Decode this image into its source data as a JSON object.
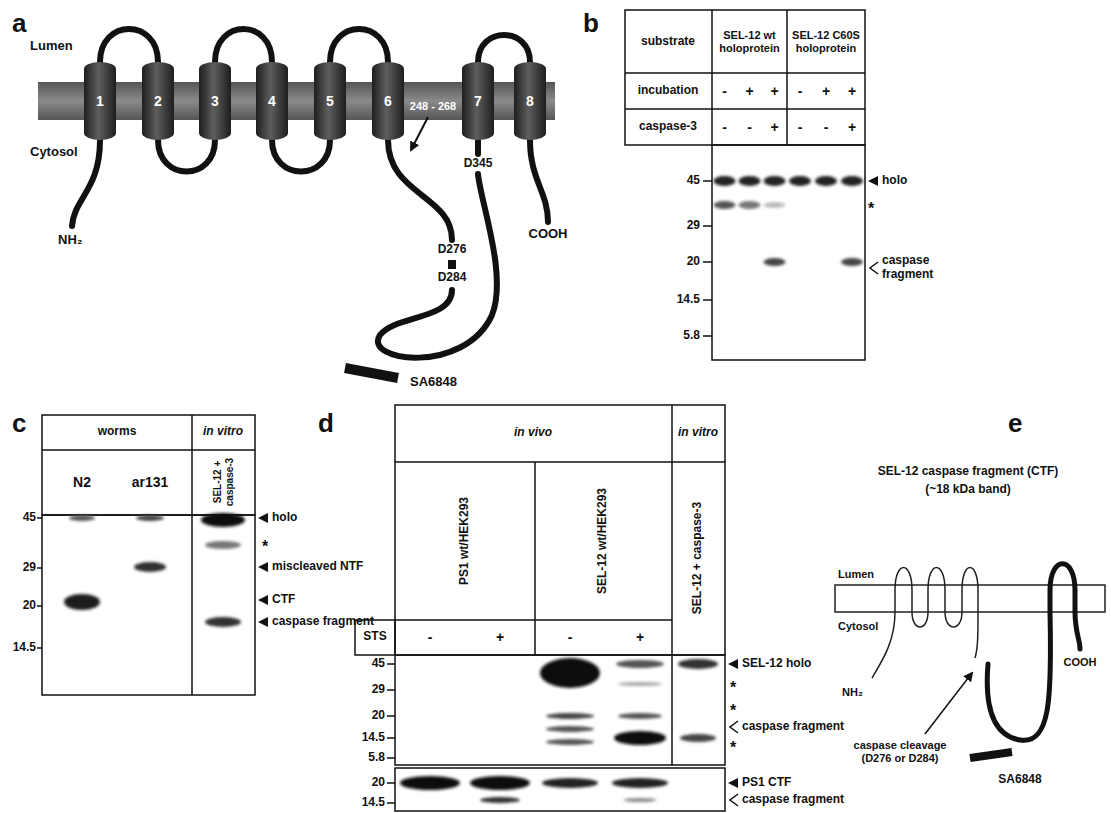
{
  "diagram": {
    "nodes": [
      {
        "text": [
          "1"
        ]
      },
      {
        "text": [
          "2"
        ]
      },
      {
        "text": [
          "3"
        ]
      },
      {
        "text": [
          "4"
        ]
      },
      {
        "text": [
          "5"
        ]
      },
      {
        "text": [
          "6"
        ]
      },
      {
        "text": [
          "7"
        ]
      },
      {
        "text": [
          "8"
        ]
      }
    ],
    "labels": [
      "a",
      "Lumen",
      "Cytosol",
      "248 - 268",
      "NH₂",
      "COOH",
      "D276",
      "D284",
      "D345",
      "SA6848",
      "b",
      "substrate",
      "SEL-12 wt holoprotein",
      "SEL-12 C60S holoprotein",
      "incubation",
      "-",
      "+",
      "+",
      "-",
      "+",
      "+",
      "caspase-3",
      "-",
      "-",
      "+",
      "-",
      "-",
      "+",
      "45",
      "29",
      "20",
      "14.5",
      "5.8",
      "holo",
      "*",
      "caspase fragment",
      "c",
      "worms",
      "in vitro",
      "N2",
      "ar131",
      "SEL-12 + caspase-3",
      "45",
      "29",
      "20",
      "14.5",
      "holo",
      "*",
      "miscleaved NTF",
      "CTF",
      "caspase fragment",
      "d",
      "in vivo",
      "in vitro",
      "PS1 wt/HEK293",
      "SEL-12 wt/HEK293",
      "SEL-12 + caspase-3",
      "STS",
      "-",
      "+",
      "-",
      "+",
      "45",
      "29",
      "20",
      "14.5",
      "5.8",
      "SEL-12 holo",
      "*",
      "*",
      "caspase fragment",
      "*",
      "20",
      "14.5",
      "PS1 CTF",
      "caspase fragment",
      "e",
      "SEL-12 caspase fragment (CTF)",
      "(~18 kDa band)",
      "Lumen",
      "Cytosol",
      "NH₂",
      "COOH",
      "caspase cleavage (D276 or D284)",
      "SA6848"
    ]
  }
}
